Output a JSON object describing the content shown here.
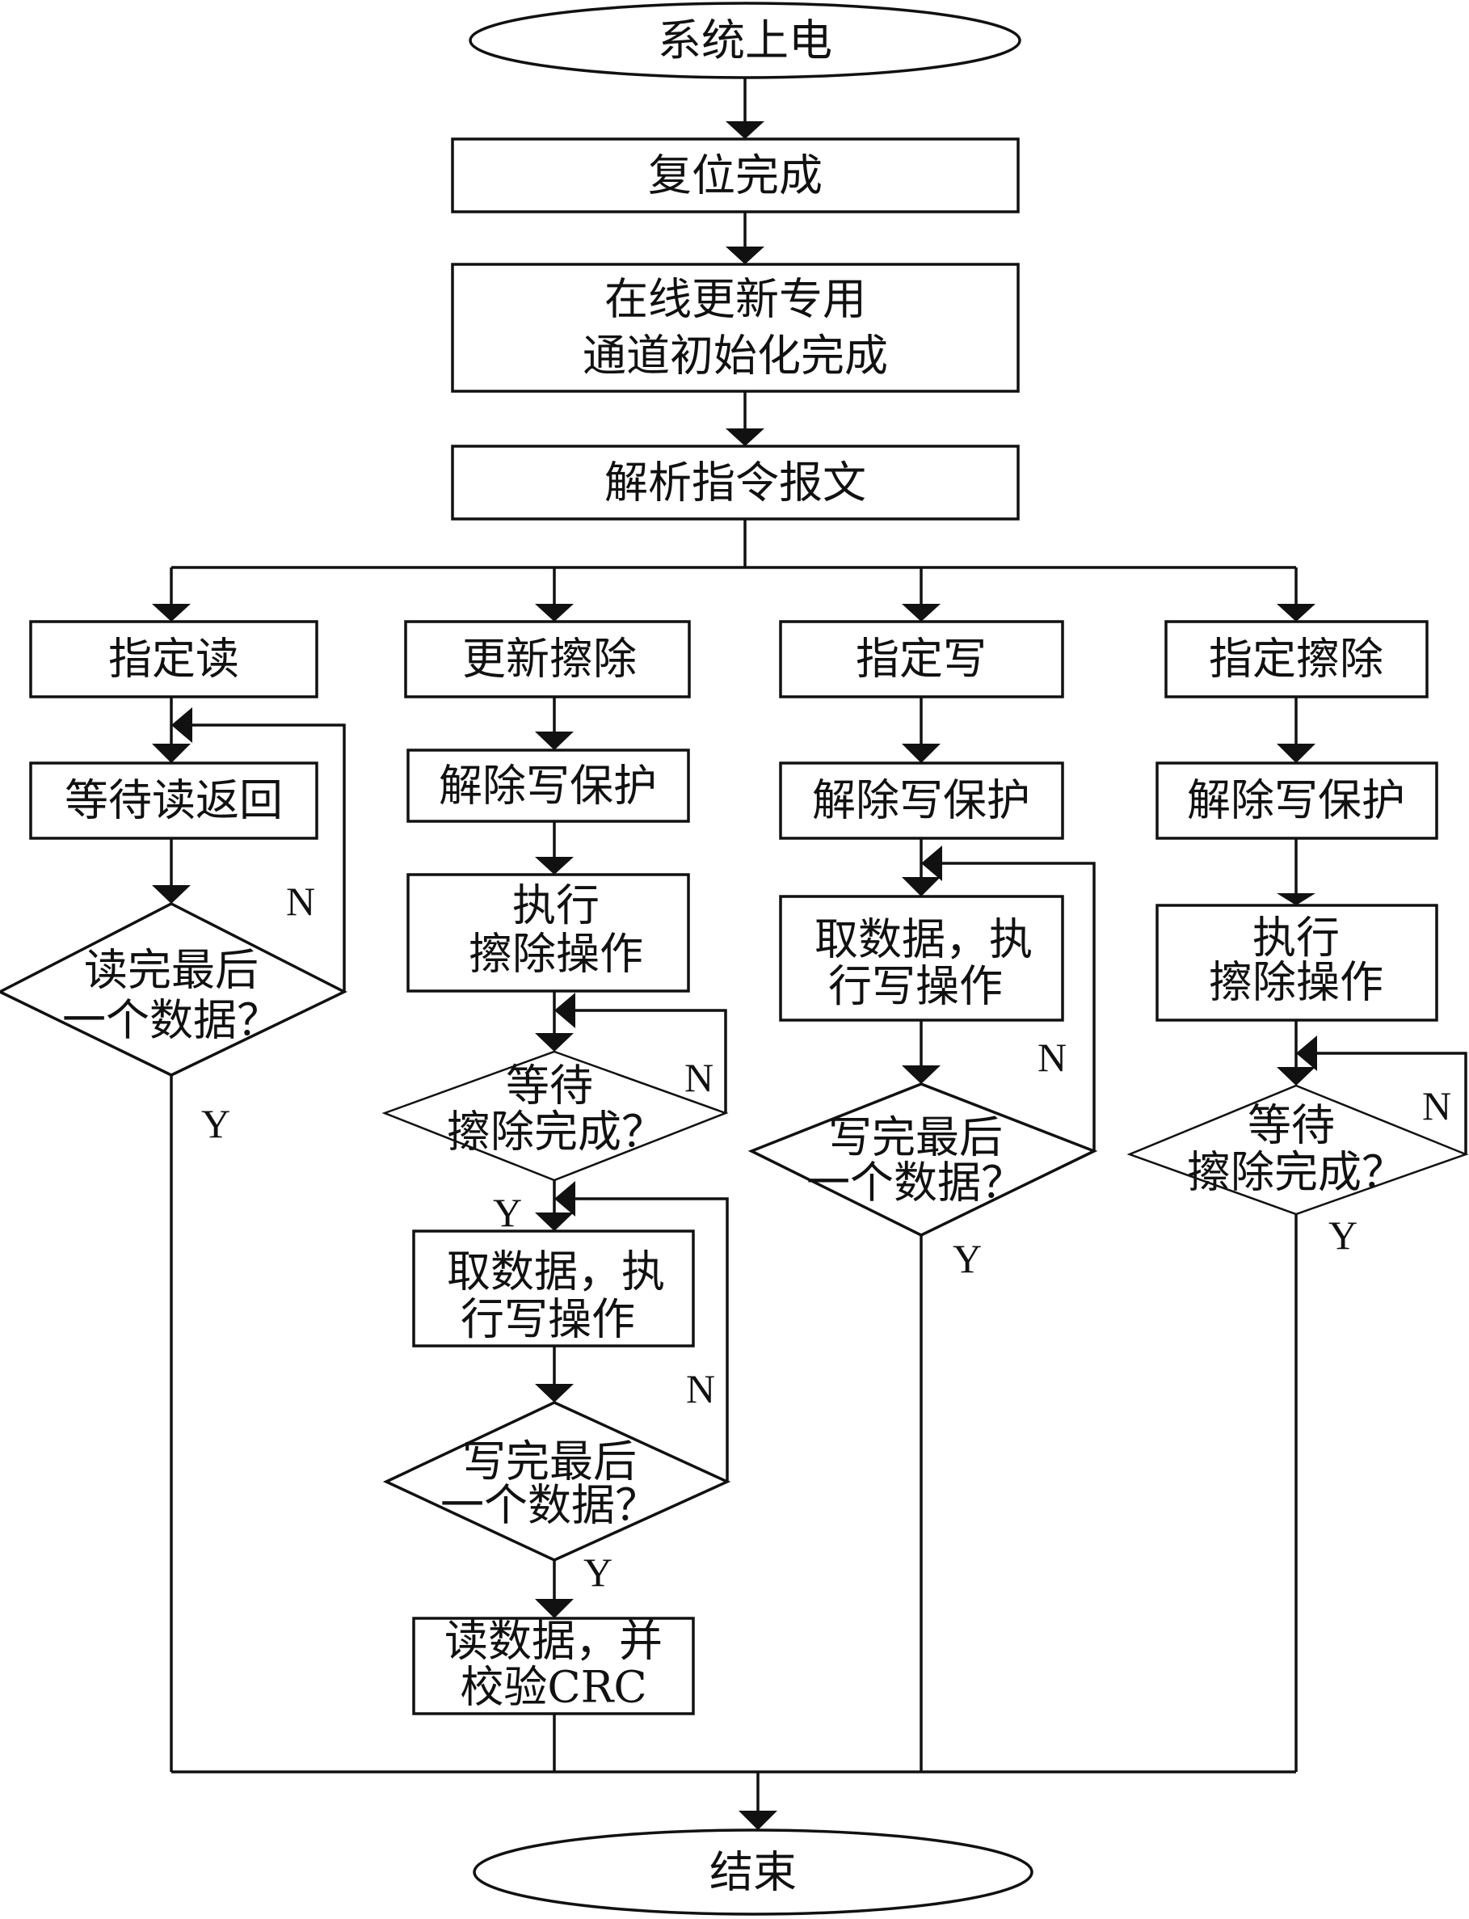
{
  "start": "系统上电",
  "reset_done": "复位完成",
  "channel_init": [
    "在线更新专用",
    "通道初始化完成"
  ],
  "parse": "解析指令报文",
  "branches": {
    "read": {
      "title": "指定读",
      "wait": "等待读返回",
      "decision": [
        "读完最后",
        "一个数据？"
      ]
    },
    "update_erase": {
      "title": "更新擦除",
      "unprotect": "解除写保护",
      "erase": [
        "执行",
        "擦除操作"
      ],
      "wait_erase": [
        "等待",
        "擦除完成？"
      ],
      "fetch_write": [
        "取数据，执",
        "行写操作"
      ],
      "decision": [
        "写完最后",
        "一个数据？"
      ],
      "verify": [
        "读数据，并",
        "校验CRC"
      ]
    },
    "write": {
      "title": "指定写",
      "unprotect": "解除写保护",
      "fetch_write": [
        "取数据，执",
        "行写操作"
      ],
      "decision": [
        "写完最后",
        "一个数据？"
      ]
    },
    "erase": {
      "title": "指定擦除",
      "unprotect": "解除写保护",
      "erase": [
        "执行",
        "擦除操作"
      ],
      "wait_erase": [
        "等待",
        "擦除完成？"
      ]
    }
  },
  "yes": "Y",
  "no": "N",
  "end": "结束"
}
